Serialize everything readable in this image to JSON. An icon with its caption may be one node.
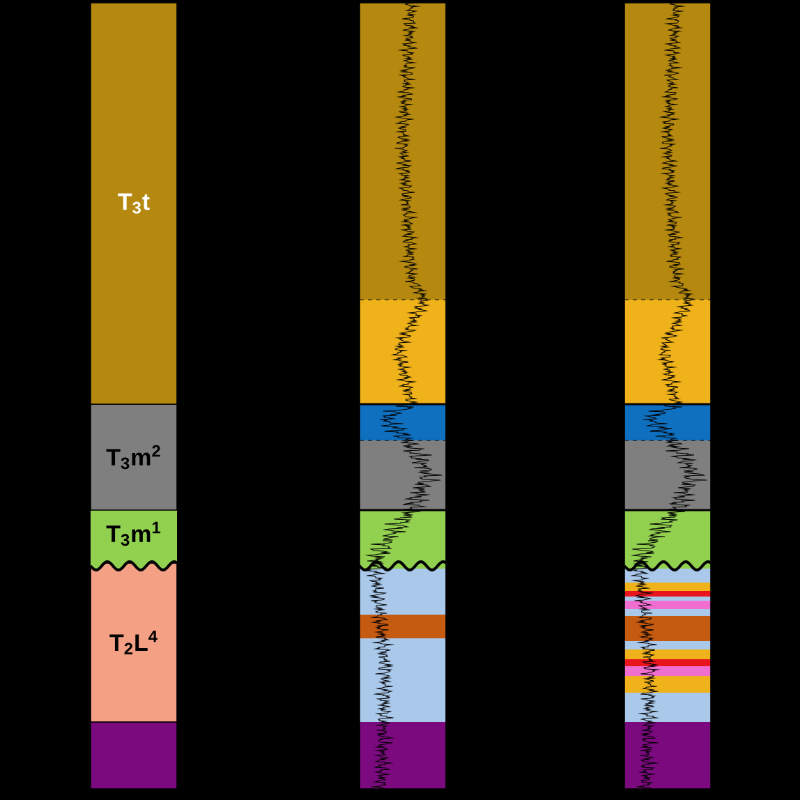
{
  "diagram": {
    "nodes": [
      {
        "text": [
          "T$_{3}$t"
        ]
      },
      {
        "text": [
          "T$_{3}$m$^{2}$"
        ]
      },
      {
        "text": [
          "T$_{3}$m$^{1}$"
        ]
      },
      {
        "text": [
          "T$_{2}$L$^{4}$"
        ]
      },
      {
        "text": [],
        "shape": "box"
      }
    ]
  }
}
